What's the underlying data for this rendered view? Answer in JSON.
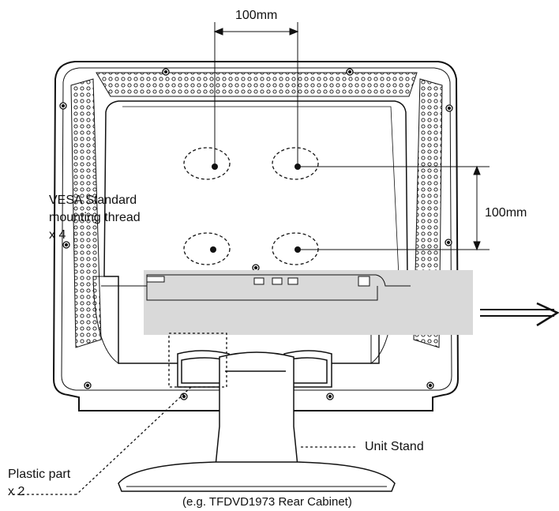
{
  "labels": {
    "top_dimension": "100mm",
    "right_dimension": "100mm",
    "vesa_line1": "VESA Standard",
    "vesa_line2": "mounting thread",
    "vesa_line3": "x 4",
    "unit_stand": "Unit Stand",
    "plastic_line1": "Plastic part",
    "plastic_line2": "x 2",
    "caption": "(e.g. TFDVD1973 Rear Cabinet)"
  },
  "colors": {
    "outline": "#111111",
    "highlight_band": "#d9d9d9",
    "background": "#ffffff"
  }
}
